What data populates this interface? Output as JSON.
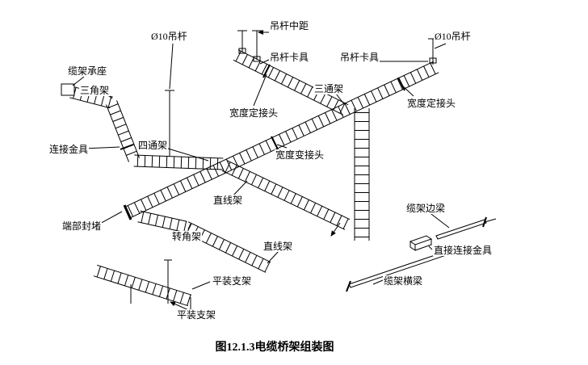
{
  "figure": {
    "caption": "图12.1.3电缆桥架组装图"
  },
  "labels": {
    "hanger_rod_left": "Ø10吊杆",
    "hanger_spacing": "吊杆中距",
    "hanger_clamp_mid": "吊杆卡具",
    "hanger_clamp_right": "吊杆卡具",
    "hanger_rod_right": "Ø10吊杆",
    "tray_seat": "缆架承座",
    "triangle_bracket": "三角架",
    "tee_frame": "三通架",
    "width_fixed_joint_left": "宽度定接头",
    "width_fixed_joint_right": "宽度定接头",
    "connector_fitting": "连接金具",
    "four_way_frame": "四通架",
    "width_change_joint": "宽度变接头",
    "straight_frame_upper": "直线架",
    "end_seal": "端部封堵",
    "corner_frame": "转角架",
    "straight_frame_lower": "直线架",
    "side_beam": "缆架边梁",
    "direct_connector_fitting": "直接连接金具",
    "cross_beam": "缆架横梁",
    "flat_bracket_upper": "平装支架",
    "flat_bracket_lower": "平装支架"
  },
  "colors": {
    "line": "#000000",
    "background": "#ffffff"
  }
}
